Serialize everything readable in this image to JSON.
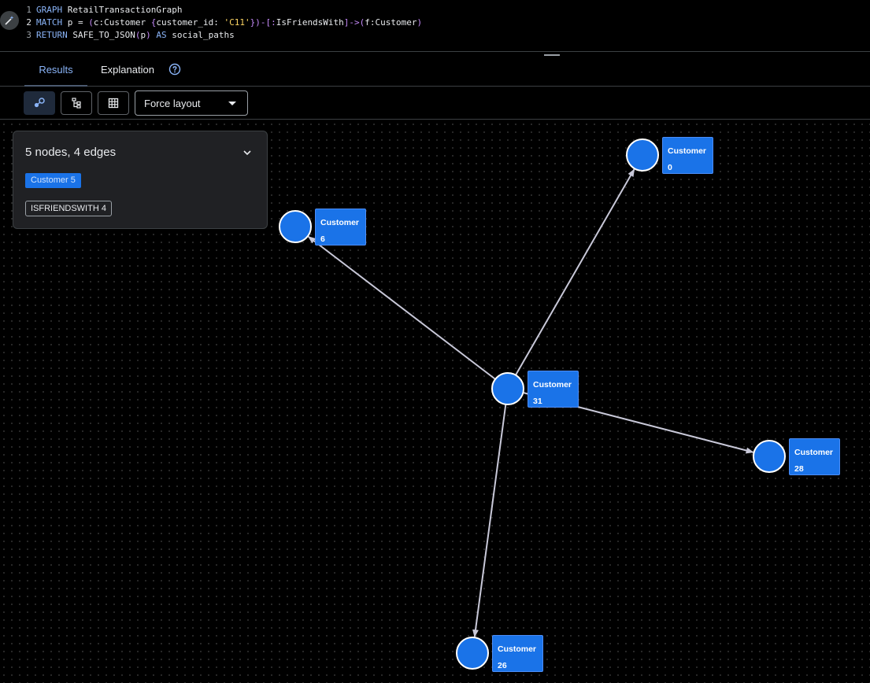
{
  "editor": {
    "lines": [
      {
        "number": "1",
        "tokens": [
          {
            "type": "kw",
            "text": "GRAPH"
          },
          {
            "type": "code",
            "text": " RetailTransactionGraph"
          }
        ]
      },
      {
        "number": "2",
        "tokens": [
          {
            "type": "kw",
            "text": "MATCH"
          },
          {
            "type": "code",
            "text": " p = "
          },
          {
            "type": "op",
            "text": "("
          },
          {
            "type": "code",
            "text": "c:Customer "
          },
          {
            "type": "op",
            "text": "{"
          },
          {
            "type": "code",
            "text": "customer_id: "
          },
          {
            "type": "str",
            "text": "'C11'"
          },
          {
            "type": "op",
            "text": "})-[:"
          },
          {
            "type": "code",
            "text": "IsFriendsWith"
          },
          {
            "type": "op",
            "text": "]->("
          },
          {
            "type": "code",
            "text": "f:Customer"
          },
          {
            "type": "op",
            "text": ")"
          }
        ]
      },
      {
        "number": "3",
        "tokens": [
          {
            "type": "kw",
            "text": "RETURN"
          },
          {
            "type": "code",
            "text": " SAFE_TO_JSON"
          },
          {
            "type": "op",
            "text": "("
          },
          {
            "type": "code",
            "text": "p"
          },
          {
            "type": "op",
            "text": ")"
          },
          {
            "type": "kw",
            "text": " AS"
          },
          {
            "type": "code",
            "text": " social_paths"
          }
        ]
      }
    ]
  },
  "tabs": {
    "results": "Results",
    "explanation": "Explanation"
  },
  "toolbar": {
    "layout_selected": "Force layout"
  },
  "summary": {
    "title": "5 nodes, 4 edges",
    "node_chip": "Customer 5",
    "edge_chip": "ISFRIENDSWITH 4"
  },
  "graph": {
    "nodes": [
      {
        "label": "Customer",
        "id": "31"
      },
      {
        "label": "Customer",
        "id": "0"
      },
      {
        "label": "Customer",
        "id": "6"
      },
      {
        "label": "Customer",
        "id": "28"
      },
      {
        "label": "Customer",
        "id": "26"
      }
    ],
    "edges": [
      {
        "source": "31",
        "target": "0"
      },
      {
        "source": "31",
        "target": "6"
      },
      {
        "source": "31",
        "target": "28"
      },
      {
        "source": "31",
        "target": "26"
      }
    ]
  },
  "colors": {
    "node_fill": "#1a73e8",
    "node_stroke": "#ffffff",
    "edge": "#c8c8d8",
    "accent": "#8ab4f8"
  }
}
